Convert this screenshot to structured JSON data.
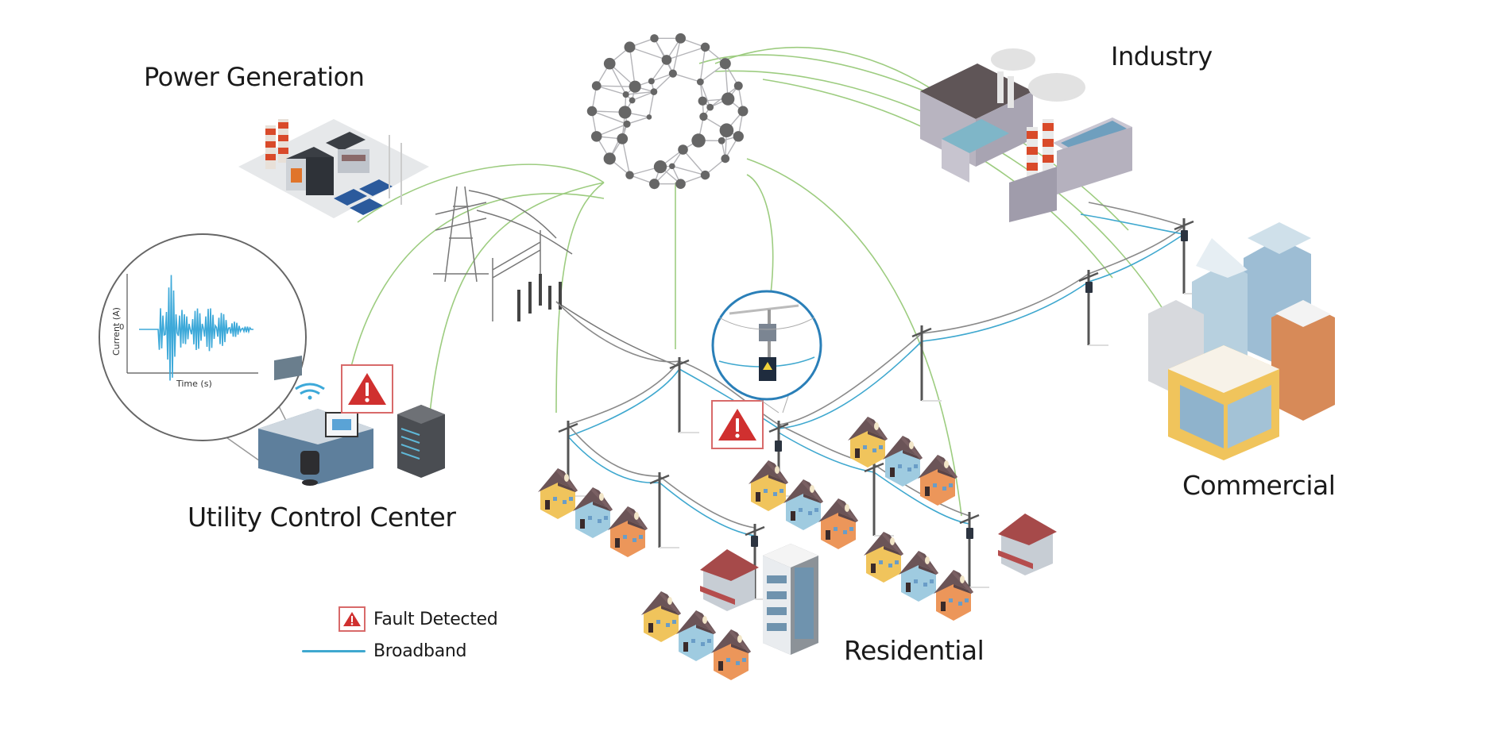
{
  "diagram": {
    "title": "Smart grid fault detection network",
    "sections": {
      "power_generation": "Power Generation",
      "industry": "Industry",
      "commercial": "Commercial",
      "utility_control_center": "Utility Control Center",
      "residential": "Residential"
    },
    "inset_waveform": {
      "y_axis_label": "Current (A)",
      "x_axis_label": "Time (s)",
      "zero_tick": "0"
    },
    "legend": {
      "items": [
        {
          "icon": "warning-triangle-icon",
          "label": "Fault Detected"
        },
        {
          "icon": "broadband-line",
          "label": "Broadband"
        }
      ]
    },
    "colors": {
      "fault_red": "#d0302f",
      "broadband_blue": "#3fa8cf",
      "wireless_green": "#8cc46a",
      "power_line_gray": "#8a8a8a",
      "network_node": "#666666",
      "inset_ring_blue": "#2a7fb8"
    },
    "icons": [
      "wifi-icon",
      "warning-triangle-icon",
      "server-rack-icon",
      "network-mesh-icon",
      "sensor-device-icon"
    ]
  }
}
